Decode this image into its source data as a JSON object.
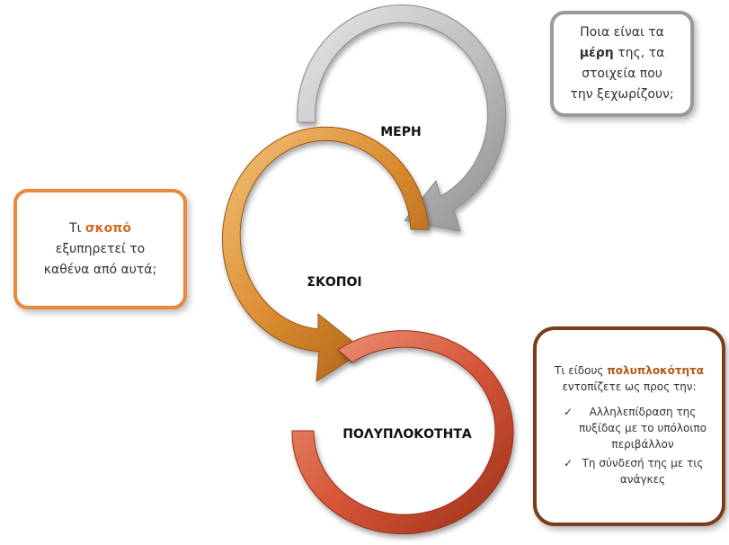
{
  "stages": [
    {
      "label": "ΜΕΡΗ",
      "color": "#b7b7b7",
      "color_dark": "#8f8f8f"
    },
    {
      "label": "ΣΚΟΠΟΙ",
      "color": "#d98a2e",
      "color_dark": "#a8621a"
    },
    {
      "label": "ΠΟΛΥΠΛΟΚΟΤΗΤΑ",
      "color": "#d7573a",
      "color_dark": "#a93a22"
    }
  ],
  "callouts": {
    "meri": {
      "line1": "Ποια είναι τα",
      "line2_bold": "μέρη",
      "line2_rest": " της, τα",
      "line3": "στοιχεία που",
      "line4": "την ξεχωρίζουν;",
      "border_color": "#9a9a9a"
    },
    "skopos": {
      "prefix": "Τι ",
      "highlight": "σκοπό",
      "line2": "εξυπηρετεί το",
      "line3": "καθένα από αυτά;",
      "border_color": "#e9893d",
      "highlight_color": "#d66a1f"
    },
    "poly": {
      "prefix": "Τι είδους ",
      "highlight": "πολυπλοκότητα",
      "line2": "εντοπίζετε ως προς την:",
      "items": [
        "Αλληλεπίδραση της πυξίδας με το υπόλοιπο περιβάλλον",
        "Τη σύνδεσή της με τις ανάγκες"
      ],
      "check_icon": "✓",
      "border_color": "#7b3d17",
      "highlight_color": "#b5561a"
    }
  }
}
